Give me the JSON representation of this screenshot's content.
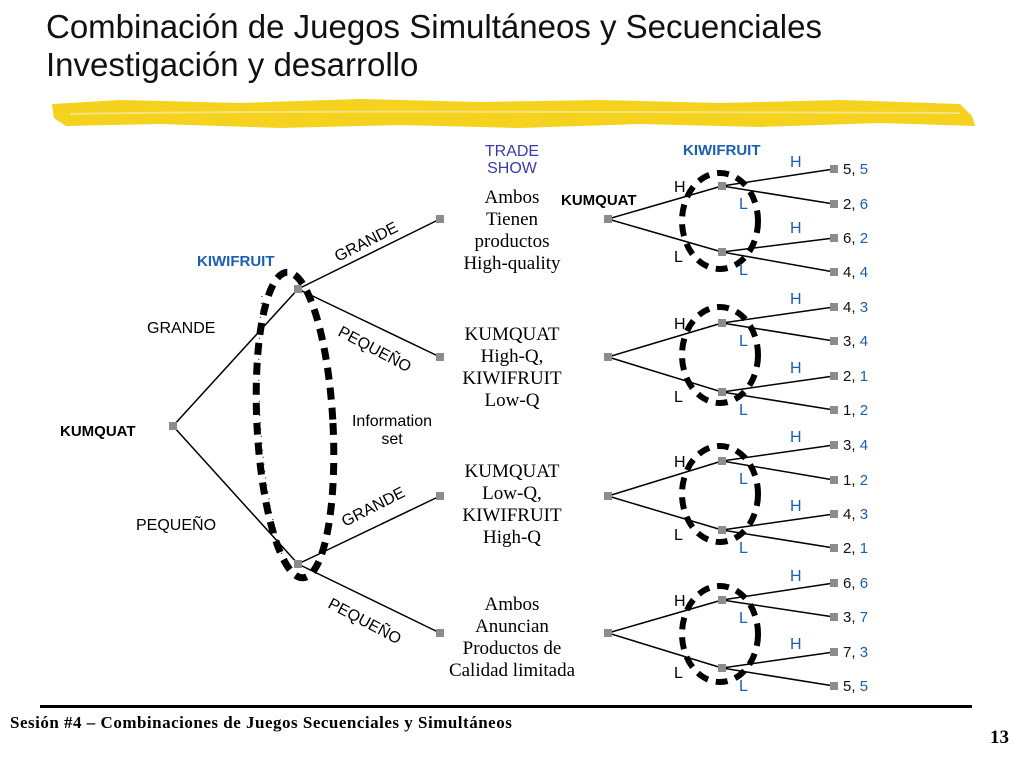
{
  "slide": {
    "title_line1": "Combinación de Juegos Simultáneos y Secuenciales",
    "title_line2": "Investigación y desarrollo",
    "footer": "Sesión #4 – Combinaciones de Juegos Secuenciales y Simultáneos",
    "page_number": "13"
  },
  "tree": {
    "root_player": "KUMQUAT",
    "root_moves": [
      "GRANDE",
      "PEQUEÑO"
    ],
    "second_player": "KIWIFRUIT",
    "second_moves_top": [
      "GRANDE",
      "PEQUEÑO"
    ],
    "second_moves_bottom": [
      "GRANDE",
      "PEQUEÑO"
    ],
    "information_set_label": [
      "Information",
      "set"
    ],
    "trade_show_header": [
      "TRADE",
      "SHOW"
    ],
    "subgame_kiwi_header": "KIWIFRUIT",
    "subgame_kumquat_label": "KUMQUAT",
    "outcomes": [
      [
        "Ambos",
        "Tienen",
        "productos",
        "High-quality"
      ],
      [
        "KUMQUAT",
        "High-Q,",
        "KIWIFRUIT",
        "Low-Q"
      ],
      [
        "KUMQUAT",
        "Low-Q,",
        "KIWIFRUIT",
        "High-Q"
      ],
      [
        "Ambos",
        "Anuncian",
        "Productos de",
        "Calidad limitada"
      ]
    ],
    "kumquat_moves": [
      "H",
      "L"
    ],
    "kiwi_moves": [
      "H",
      "L"
    ],
    "payoffs": [
      [
        "5",
        "5"
      ],
      [
        "2",
        "6"
      ],
      [
        "6",
        "2"
      ],
      [
        "4",
        "4"
      ],
      [
        "4",
        "3"
      ],
      [
        "3",
        "4"
      ],
      [
        "2",
        "1"
      ],
      [
        "1",
        "2"
      ],
      [
        "3",
        "4"
      ],
      [
        "1",
        "2"
      ],
      [
        "4",
        "3"
      ],
      [
        "2",
        "1"
      ],
      [
        "6",
        "6"
      ],
      [
        "3",
        "7"
      ],
      [
        "7",
        "3"
      ],
      [
        "5",
        "5"
      ]
    ]
  },
  "colors": {
    "kumquat_payoff": "#111111",
    "kiwi_payoff": "#1a5fb4",
    "kiwi_label": "#1a5fb4",
    "trade_show": "#3a3ab0",
    "highlight": "#f5d21e",
    "node": "#8c8c8c"
  }
}
